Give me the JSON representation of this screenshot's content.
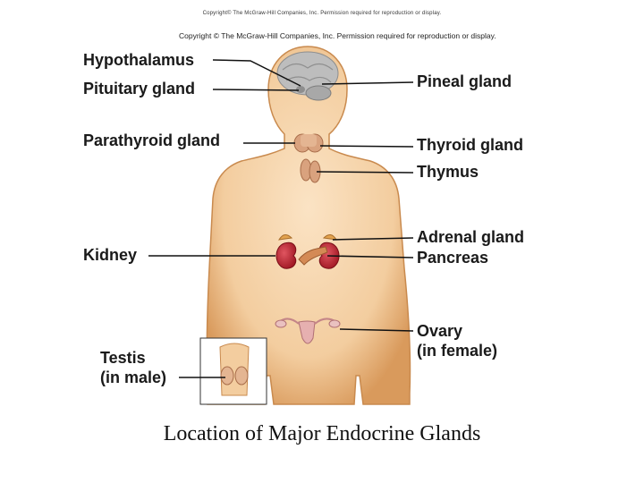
{
  "header": {
    "copyright_top": "Copyright© The McGraw-Hill Companies, Inc. Permission required for reproduction or display.",
    "copyright_inner": "Copyright © The McGraw-Hill Companies, Inc. Permission required for reproduction or display."
  },
  "labels": {
    "hypothalamus": "Hypothalamus",
    "pituitary": "Pituitary gland",
    "pineal": "Pineal gland",
    "parathyroid": "Parathyroid gland",
    "thyroid": "Thyroid gland",
    "thymus": "Thymus",
    "kidney": "Kidney",
    "adrenal": "Adrenal gland",
    "pancreas": "Pancreas",
    "ovary_line1": "Ovary",
    "ovary_line2": "(in female)",
    "testis_line1": "Testis",
    "testis_line2": "(in male)"
  },
  "caption": "Location of Major Endocrine Glands",
  "colors": {
    "skin": "#f3cd9f",
    "skin_edge": "#c98a4e",
    "brain": "#b9b9b9",
    "kidney": "#b8202c",
    "gland": "#d9a27e",
    "pancreas": "#d48a55",
    "leader_line": "#111111"
  }
}
